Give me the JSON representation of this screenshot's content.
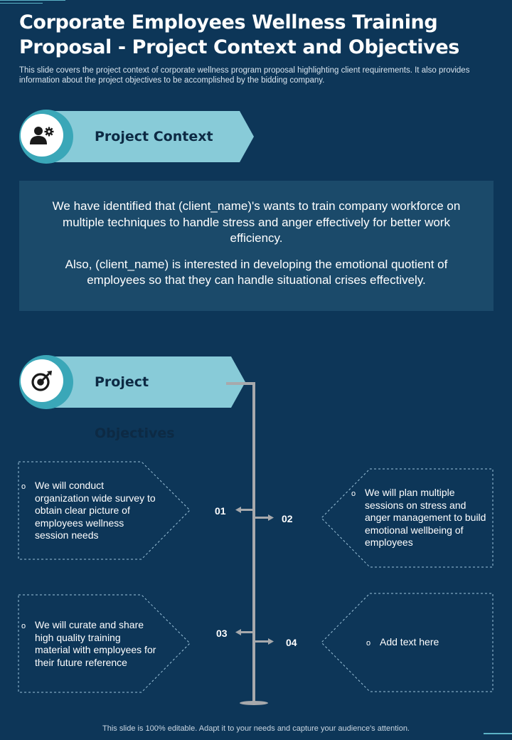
{
  "title": "Corporate Employees Wellness Training Proposal - Project Context and Objectives",
  "subtitle": "This slide covers the project context of corporate wellness program proposal highlighting client requirements. It also provides information about the project objectives to be accomplished by the bidding company.",
  "context": {
    "heading": "Project Context",
    "icon": "people-gear-icon",
    "paragraph1": "We have identified that (client_name)'s wants to train company workforce on multiple techniques to handle stress and anger effectively for better work efficiency.",
    "paragraph2": "Also, (client_name) is interested in developing the emotional quotient of employees so that they can handle situational crises effectively."
  },
  "objectives": {
    "heading": "Project Objectives",
    "icon": "target-icon",
    "items": [
      {
        "number": "01",
        "bullet": "o",
        "text": "We will conduct organization wide survey to obtain clear picture of employees wellness session needs"
      },
      {
        "number": "02",
        "bullet": "o",
        "text": "We will plan multiple sessions on stress and anger management to build emotional wellbeing of employees"
      },
      {
        "number": "03",
        "bullet": "o",
        "text": "We will curate and share high quality training material with employees for their future reference"
      },
      {
        "number": "04",
        "bullet": "o",
        "text": "Add text here"
      }
    ]
  },
  "footer": "This slide is 100% editable. Adapt it to your needs and capture your audience's attention.",
  "colors": {
    "background": "#0d3658",
    "tab": "#88cbd8",
    "ring": "#3aa7b8",
    "context_box": "#1b4a6a",
    "connector": "#a7a9ac"
  }
}
